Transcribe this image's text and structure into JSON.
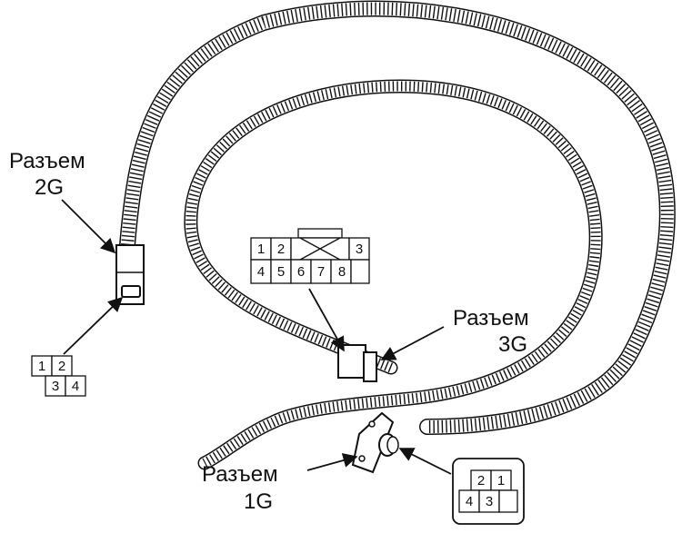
{
  "labels": {
    "connector_2g": [
      "Разъем",
      "2G"
    ],
    "connector_3g": [
      "Разъем",
      "3G"
    ],
    "connector_1g": [
      "Разъем",
      "1G"
    ]
  },
  "pinouts": {
    "connector_2g": {
      "row1": [
        "1",
        "2"
      ],
      "row2": [
        "3",
        "4"
      ]
    },
    "connector_3g": {
      "row1": [
        "1",
        "2",
        "3"
      ],
      "row2": [
        "4",
        "5",
        "6",
        "7",
        "8"
      ]
    },
    "connector_1g": {
      "row1": [
        "2",
        "1"
      ],
      "row2": [
        "4",
        "3"
      ]
    }
  },
  "colors": {
    "ink": "#111111",
    "background": "#ffffff"
  }
}
